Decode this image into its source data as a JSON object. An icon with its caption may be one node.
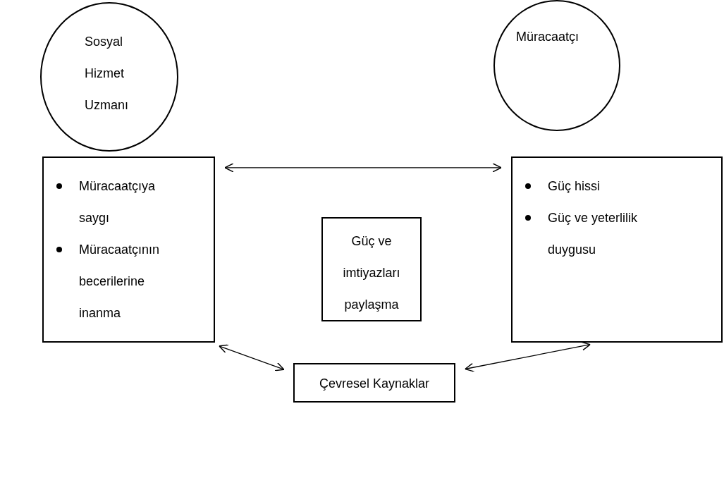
{
  "diagram": {
    "nodes": [
      {
        "text": [
          "Sosyal Hizmet Uzmanı"
        ]
      },
      {
        "text": [
          "Müracaatçı"
        ]
      },
      {
        "text": [
          "Müracaatçıya saygı",
          "Müracaatçının becerilerine inanma"
        ]
      },
      {
        "text": [
          "Güç ve imtiyazları paylaşma"
        ]
      },
      {
        "text": [
          "Güç hissi",
          "Güç ve yeterlilik duygusu"
        ]
      },
      {
        "text": [
          "Çevresel Kaynaklar"
        ]
      }
    ],
    "edges": [
      {
        "from": 2,
        "to": 4,
        "arrow": "both"
      },
      {
        "from": 2,
        "to": 5,
        "arrow": "both"
      },
      {
        "from": 4,
        "to": 5,
        "arrow": "both"
      }
    ]
  }
}
